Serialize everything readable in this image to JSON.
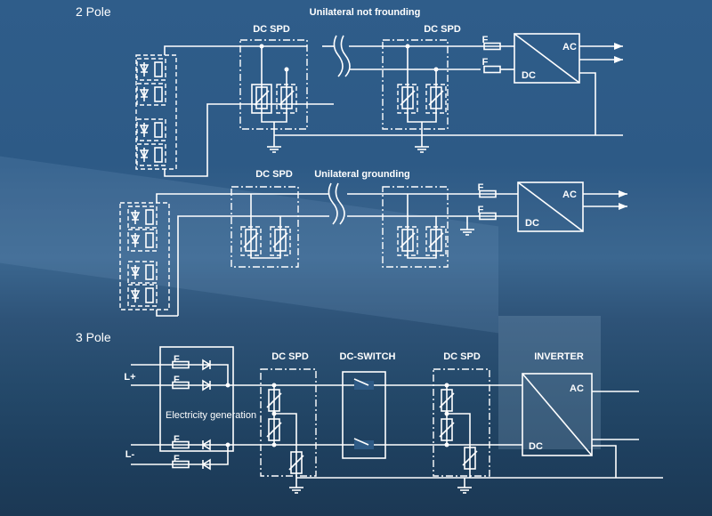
{
  "sections": {
    "two_pole": {
      "title": "2 Pole",
      "diagram_a": {
        "caption": "Unilateral not frounding",
        "spd1_label": "DC SPD",
        "spd2_label": "DC SPD",
        "fuse_label": "F",
        "inverter_ac": "AC",
        "inverter_dc": "DC"
      },
      "diagram_b": {
        "caption": "Unilateral grounding",
        "spd1_label": "DC SPD",
        "fuse_label": "F",
        "inverter_ac": "AC",
        "inverter_dc": "DC"
      }
    },
    "three_pole": {
      "title": "3 Pole",
      "l_plus": "L+",
      "l_minus": "L-",
      "fuse_label": "F",
      "generation_label": "Electricity generation",
      "spd1_label": "DC SPD",
      "switch_label": "DC-SWITCH",
      "spd2_label": "DC SPD",
      "inverter_label": "INVERTER",
      "inverter_ac": "AC",
      "inverter_dc": "DC"
    }
  }
}
